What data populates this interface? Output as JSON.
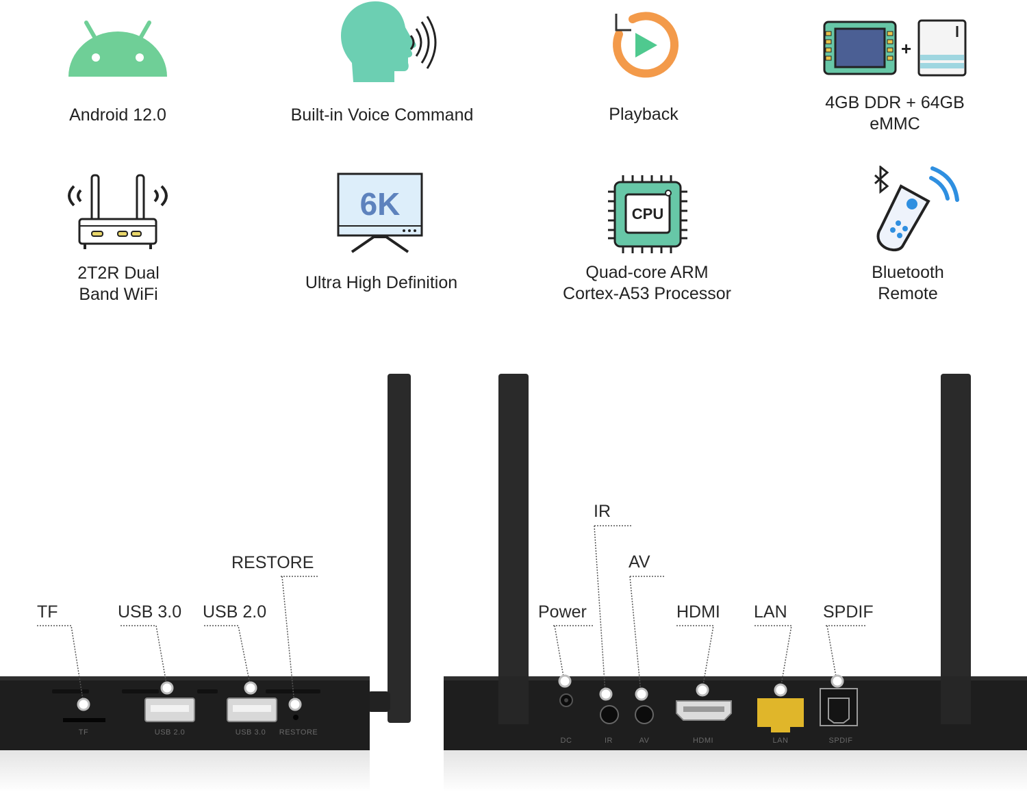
{
  "features": [
    {
      "id": "android",
      "label_lines": [
        "Android 12.0"
      ],
      "icon": "android-icon"
    },
    {
      "id": "voice",
      "label_lines": [
        "Built-in Voice Command"
      ],
      "icon": "voice-head-icon"
    },
    {
      "id": "playback",
      "label_lines": [
        "Playback"
      ],
      "icon": "playback-icon"
    },
    {
      "id": "memory",
      "label_lines": [
        "4GB DDR + 64GB",
        "eMMC"
      ],
      "icon": "memory-chip-icon"
    },
    {
      "id": "wifi",
      "label_lines": [
        "2T2R Dual",
        "Band WiFi"
      ],
      "icon": "router-icon"
    },
    {
      "id": "uhd",
      "label_lines": [
        "Ultra High Definition"
      ],
      "icon": "monitor-6k-icon",
      "screen_text": "6K"
    },
    {
      "id": "cpu",
      "label_lines": [
        "Quad-core ARM",
        "Cortex-A53 Processor"
      ],
      "icon": "cpu-icon",
      "chip_text": "CPU"
    },
    {
      "id": "remote",
      "label_lines": [
        "Bluetooth",
        "Remote"
      ],
      "icon": "bluetooth-remote-icon"
    }
  ],
  "front_ports": {
    "labels": [
      "TF",
      "USB 3.0",
      "USB 2.0",
      "RESTORE"
    ],
    "device_text": [
      "TF",
      "USB 2.0",
      "USB 3.0",
      "RESTORE"
    ]
  },
  "back_ports": {
    "labels": [
      "Power",
      "IR",
      "AV",
      "HDMI",
      "LAN",
      "SPDIF"
    ],
    "device_text": [
      "DC",
      "IR",
      "AV",
      "HDMI",
      "LAN",
      "SPDIF"
    ]
  },
  "colors": {
    "android_green": "#6fcf97",
    "voice_teal": "#6ccfb2",
    "play_orange": "#f39a4a",
    "chip_teal": "#67c7a7",
    "monitor_blue": "#6b8ec9",
    "remote_blue": "#2f8fe0",
    "lan_yellow": "#e0b62a",
    "device_black": "#1e1e1e"
  }
}
